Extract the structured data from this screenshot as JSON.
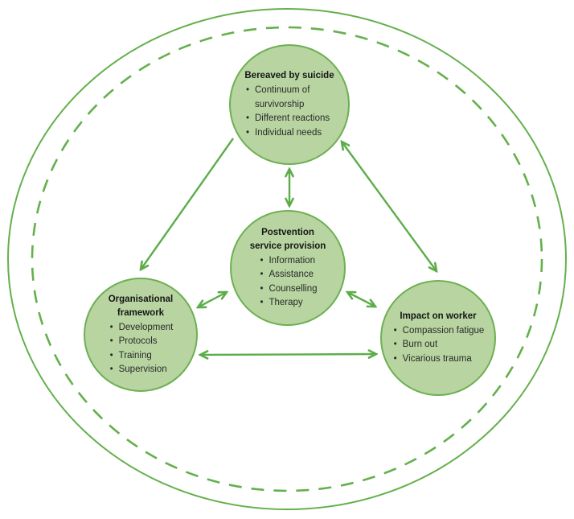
{
  "diagram": {
    "description": "Postvention model diagram with four circular nodes inside a solid and a dashed ellipse boundary",
    "colors": {
      "circle_fill": "#b7d4a1",
      "circle_stroke": "#6db052",
      "arrow_green": "#5cad49",
      "boundary_green": "#64b04c",
      "text": "#222222"
    },
    "nodes": [
      {
        "id": "bereaved",
        "title": "Bereaved by suicide",
        "items": [
          "Continuum of survivorship",
          "Different reactions",
          "Individual needs"
        ]
      },
      {
        "id": "postvention",
        "title": "Postvention service provision",
        "items": [
          "Information",
          "Assistance",
          "Counselling",
          "Therapy"
        ]
      },
      {
        "id": "organisational",
        "title": "Organisational framework",
        "items": [
          "Development",
          "Protocols",
          "Training",
          "Supervision"
        ]
      },
      {
        "id": "impact",
        "title": "Impact on worker",
        "items": [
          "Compassion fatigue",
          "Burn out",
          "Vicarious trauma"
        ]
      }
    ],
    "connections": [
      {
        "from": "bereaved",
        "to": "postvention",
        "bidirectional": true
      },
      {
        "from": "bereaved",
        "to": "organisational",
        "bidirectional": false
      },
      {
        "from": "bereaved",
        "to": "impact",
        "bidirectional": true
      },
      {
        "from": "postvention",
        "to": "organisational",
        "bidirectional": true
      },
      {
        "from": "postvention",
        "to": "impact",
        "bidirectional": true
      },
      {
        "from": "organisational",
        "to": "impact",
        "bidirectional": true
      }
    ]
  }
}
